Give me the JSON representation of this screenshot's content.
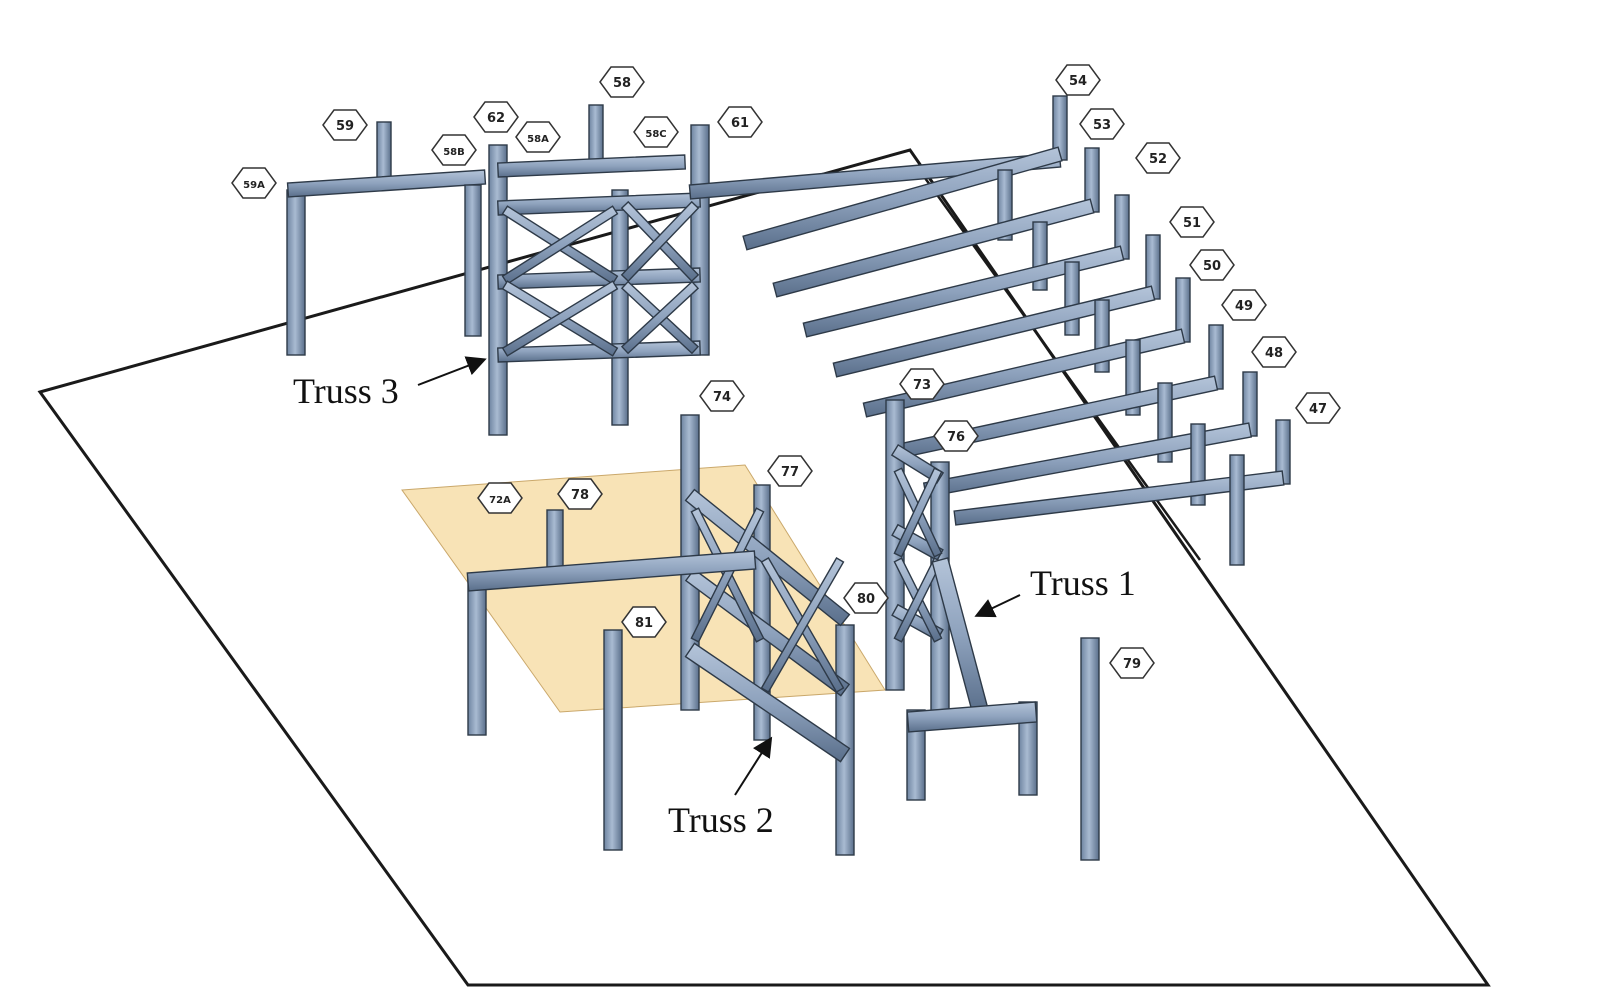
{
  "diagram": {
    "node_labels": [
      "59A",
      "59",
      "62",
      "58B",
      "58A",
      "58",
      "58C",
      "61",
      "54",
      "53",
      "52",
      "51",
      "50",
      "49",
      "48",
      "47",
      "74",
      "73",
      "76",
      "77",
      "72A",
      "78",
      "80",
      "81",
      "79"
    ],
    "callouts": {
      "truss_1": "Truss 1",
      "truss_2": "Truss 2",
      "truss_3": "Truss 3"
    },
    "colors": {
      "steel_face": "#8ea2bd",
      "steel_side": "#5f7591",
      "steel_edge": "#2e3a48",
      "floor_patch": "#f8e3b6",
      "outline": "#1a1a1a"
    }
  }
}
